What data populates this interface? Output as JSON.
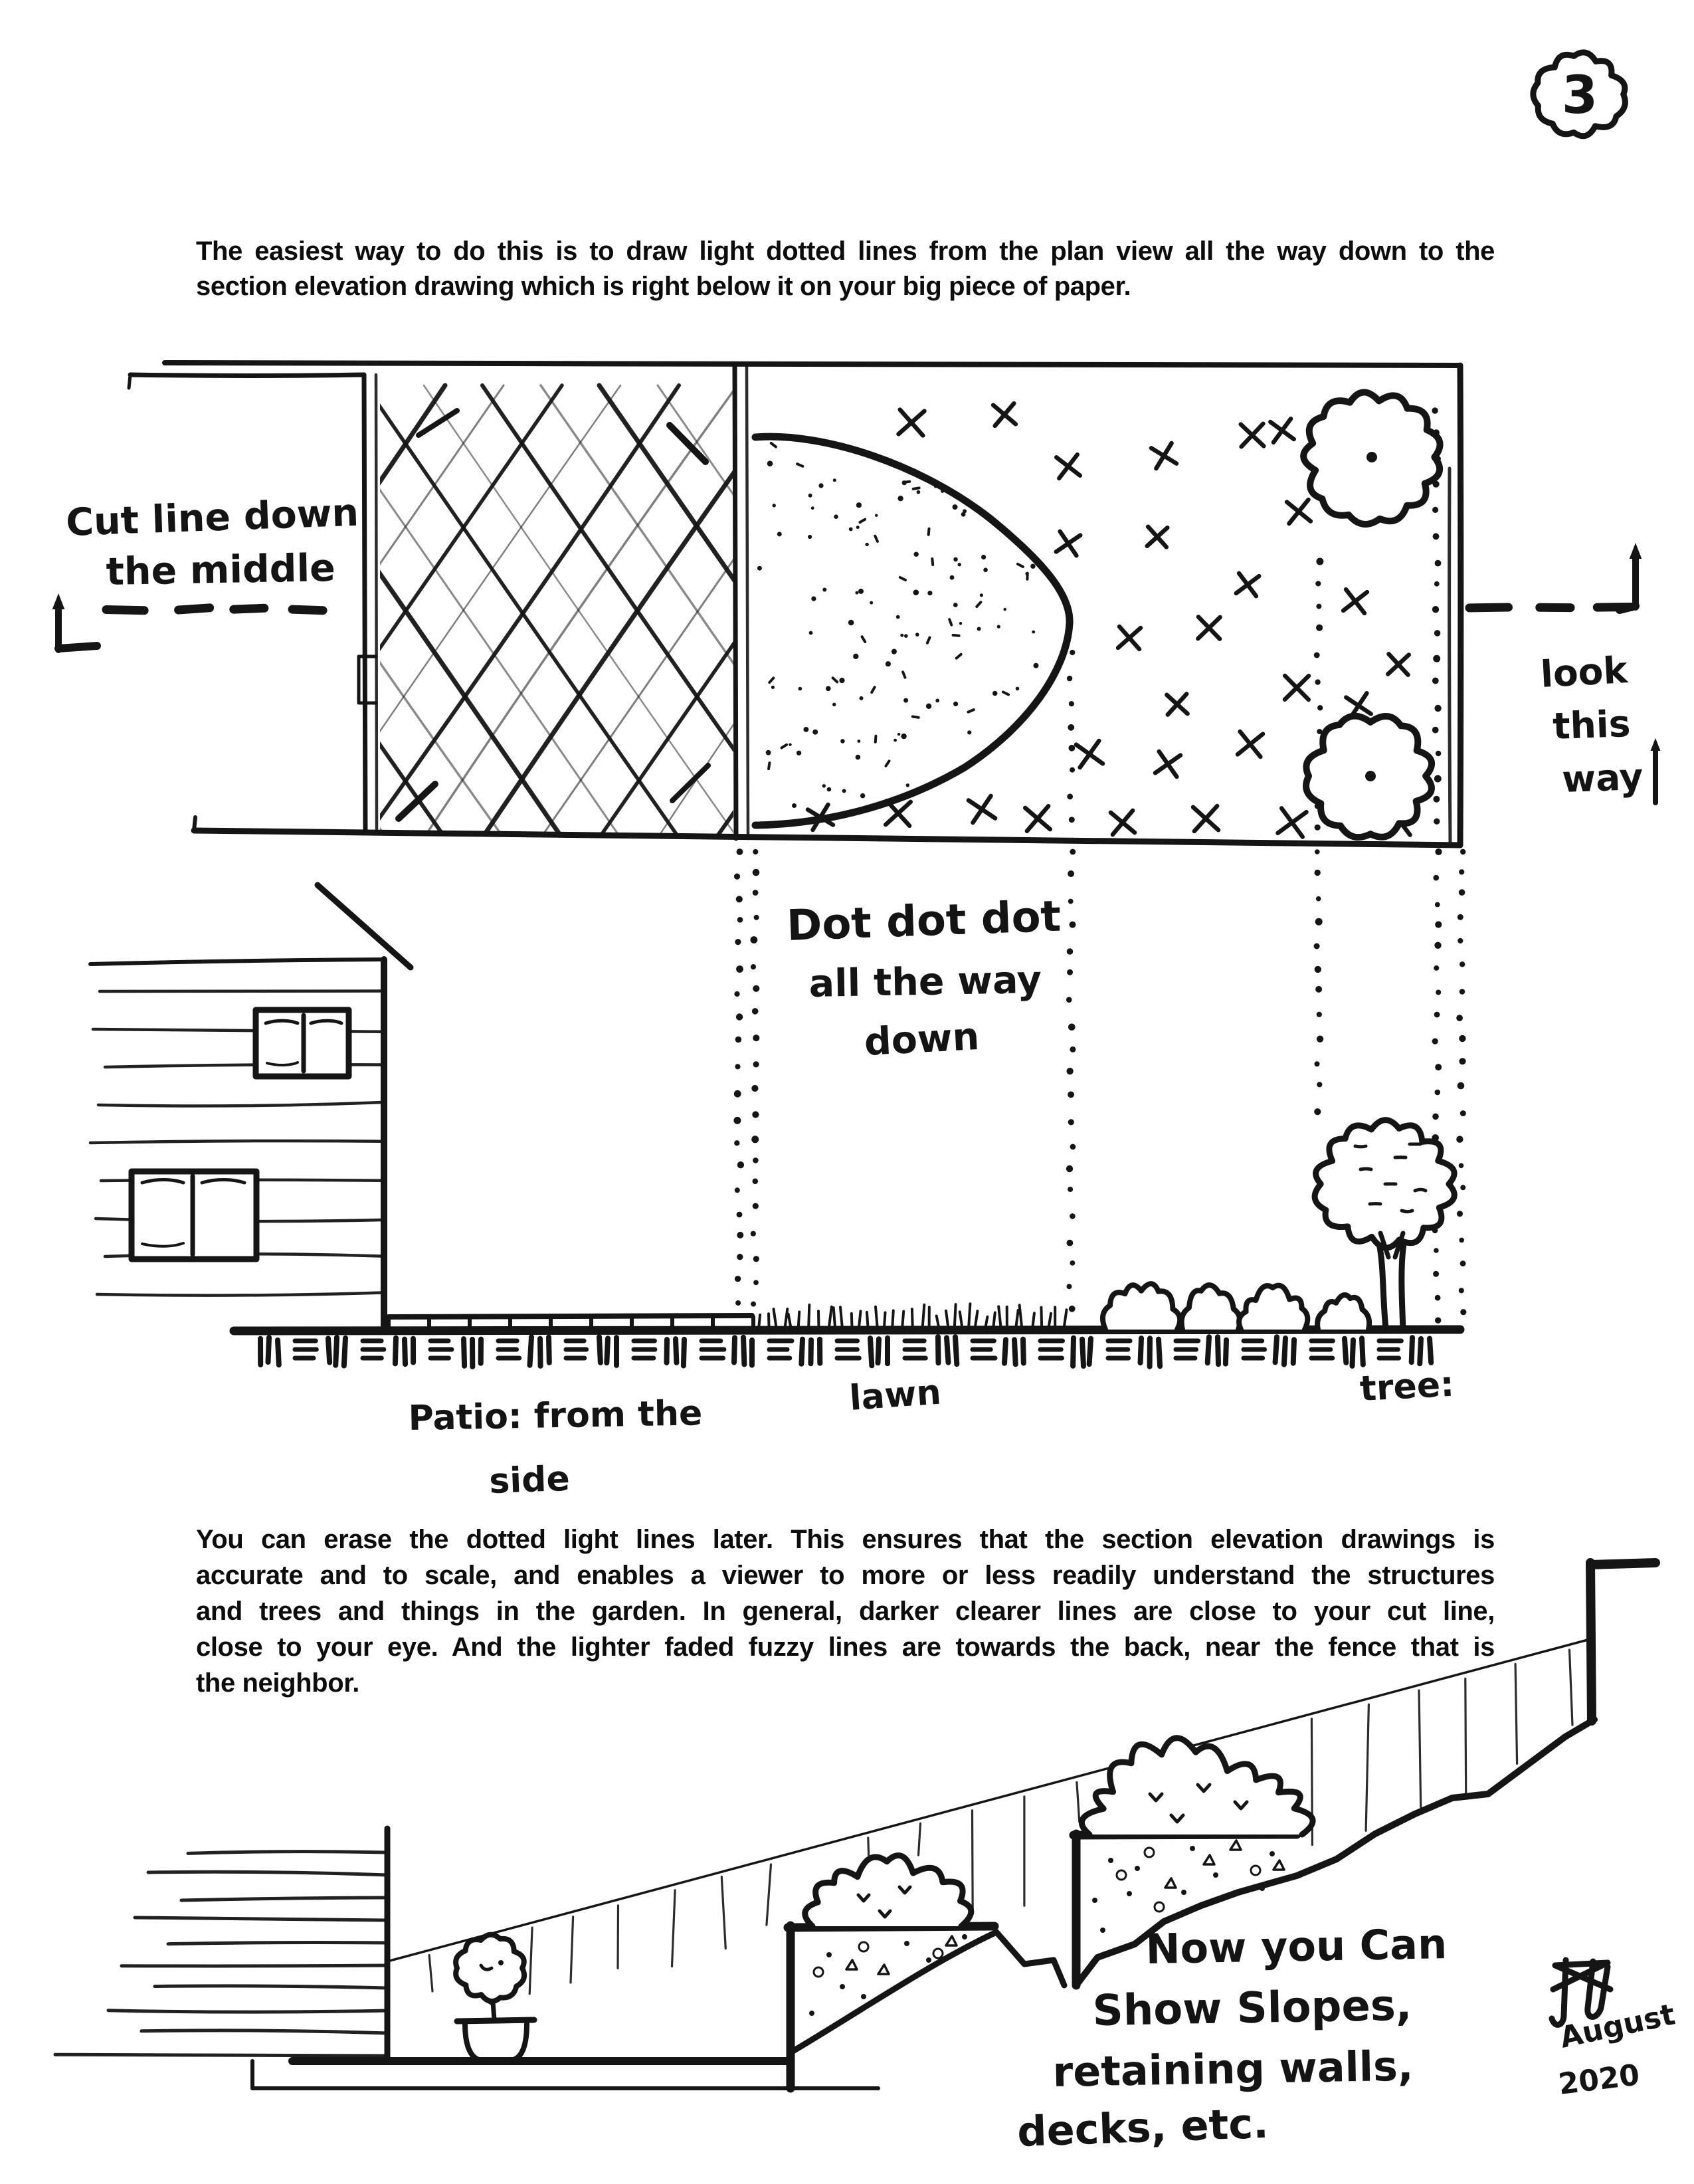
{
  "page": {
    "page_number": "3",
    "ink_color": "#151515"
  },
  "paragraph1": {
    "lines": [
      "The easiest way to do this is to draw light dotted lines from the plan view all the way down to the",
      "section elevation drawing which is right below it on your big piece of paper."
    ]
  },
  "paragraph2": {
    "lines": [
      "You can erase the dotted light lines later.  This ensures that the section elevation drawings is",
      "accurate and to scale, and enables a viewer to more or less readily understand the structures",
      "and trees and things in the garden.  In general, darker clearer lines are close to your cut line,",
      "close to your eye.  And the lighter faded fuzzy lines are towards the back, near the fence that is",
      "the neighbor."
    ]
  },
  "plan_annotations": {
    "cut_line_label_line1": "Cut line down",
    "cut_line_label_line2": "the middle",
    "look_label_line1": "look",
    "look_label_line2": "this",
    "look_label_line3": "way",
    "dot_label_line1": "Dot dot dot",
    "dot_label_line2": "all  the way",
    "dot_label_line3": "down"
  },
  "elevation_labels": {
    "patio_line1": "Patio: from the",
    "patio_line2": "side",
    "lawn": "lawn",
    "tree": "tree:"
  },
  "slope_annotations": {
    "line1": "Now  you Can",
    "line2": "Show  Slopes,",
    "line3": "retaining  walls,",
    "line4": "decks,  etc.",
    "signature_month": "August",
    "signature_year": "2020"
  }
}
